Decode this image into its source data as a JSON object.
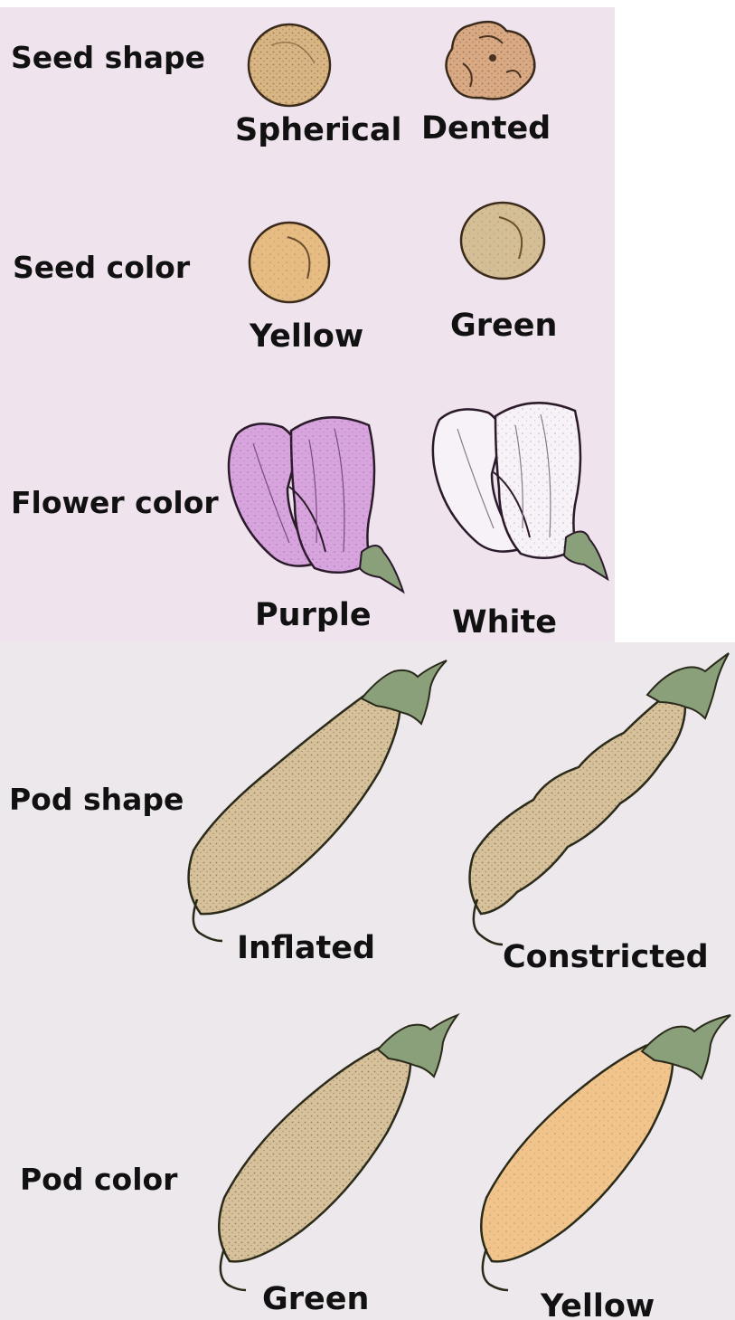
{
  "traits": [
    {
      "label": "Seed shape",
      "variants": [
        "Spherical",
        "Dented"
      ]
    },
    {
      "label": "Seed color",
      "variants": [
        "Yellow",
        "Green"
      ]
    },
    {
      "label": "Flower color",
      "variants": [
        "Purple",
        "White"
      ]
    },
    {
      "label": "Pod shape",
      "variants": [
        "Inflated",
        "Constricted"
      ]
    },
    {
      "label": "Pod color",
      "variants": [
        "Green",
        "Yellow"
      ]
    }
  ],
  "colors": {
    "panel_top": "#efe3ee",
    "panel_bottom": "#ece8ec",
    "seed_tan": "#d9b583",
    "seed_green_tan": "#d4be96",
    "flower_purple": "#d7a4de",
    "flower_white": "#f7f1f8",
    "pod_tan": "#d6c19a",
    "pod_yellow": "#f0c48a",
    "stem_green": "#8aa07a"
  }
}
